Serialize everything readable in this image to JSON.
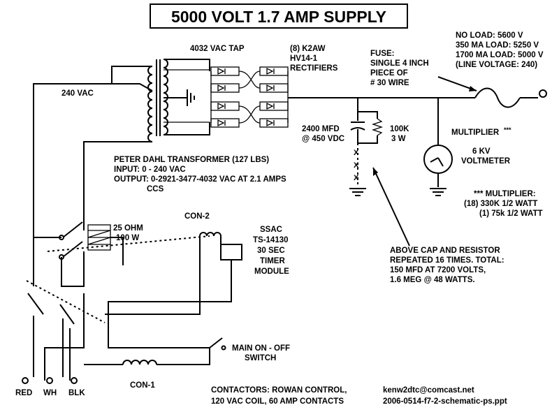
{
  "title": "5000 VOLT 1.7 AMP SUPPLY",
  "labels": {
    "vac_tap": "4032 VAC TAP",
    "rect_1": "(8) K2AW",
    "rect_2": "HV14-1",
    "rect_3": "RECTIFIERS",
    "fuse_1": "FUSE:",
    "fuse_2": "SINGLE 4 INCH",
    "fuse_3": "PIECE OF",
    "fuse_4": "# 30 WIRE",
    "load_1": "NO LOAD:  5600 V",
    "load_2": "350 MA LOAD: 5250 V",
    "load_3": "1700 MA LOAD: 5000 V",
    "load_4": "(LINE VOLTAGE: 240)",
    "vac240": "240 VAC",
    "cap_1": "2400 MFD",
    "cap_2": "@ 450 VDC",
    "res_1": "100K",
    "res_2": "3 W",
    "mult_label": "MULTIPLIER",
    "mult_stars": "***",
    "vm_1": "6 KV",
    "vm_2": "VOLTMETER",
    "tr_1": "PETER DAHL TRANSFORMER (127 LBS)",
    "tr_2": "INPUT:  0 - 240 VAC",
    "tr_3": "OUTPUT:  0-2921-3477-4032 VAC  AT 2.1 AMPS",
    "tr_4": "CCS",
    "mn_1": "*** MULTIPLIER:",
    "mn_2": "(18) 330K 1/2 WATT",
    "mn_3": "(1) 75k 1/2 WATT",
    "r25_1": "25 OHM",
    "r25_2": "100 W",
    "con2": "CON-2",
    "ssac_1": "SSAC",
    "ssac_2": "TS-14130",
    "ssac_3": "30 SEC",
    "ssac_4": "TIMER",
    "ssac_5": "MODULE",
    "cap_rep_1": "ABOVE CAP AND RESISTOR",
    "cap_rep_2": "REPEATED 16 TIMES.  TOTAL:",
    "cap_rep_3": "150 MFD AT 7200 VOLTS,",
    "cap_rep_4": "1.6 MEG @ 48 WATTS.",
    "main_1": "MAIN ON - OFF",
    "main_2": "SWITCH",
    "con1": "CON-1",
    "red": "RED",
    "wh": "WH",
    "blk": "BLK",
    "contactors_1": "CONTACTORS:  ROWAN CONTROL,",
    "contactors_2": "120 VAC COIL, 60 AMP CONTACTS",
    "email": "kenw2dtc@comcast.net",
    "file": "2006-0514-f7-2-schematic-ps.ppt"
  }
}
